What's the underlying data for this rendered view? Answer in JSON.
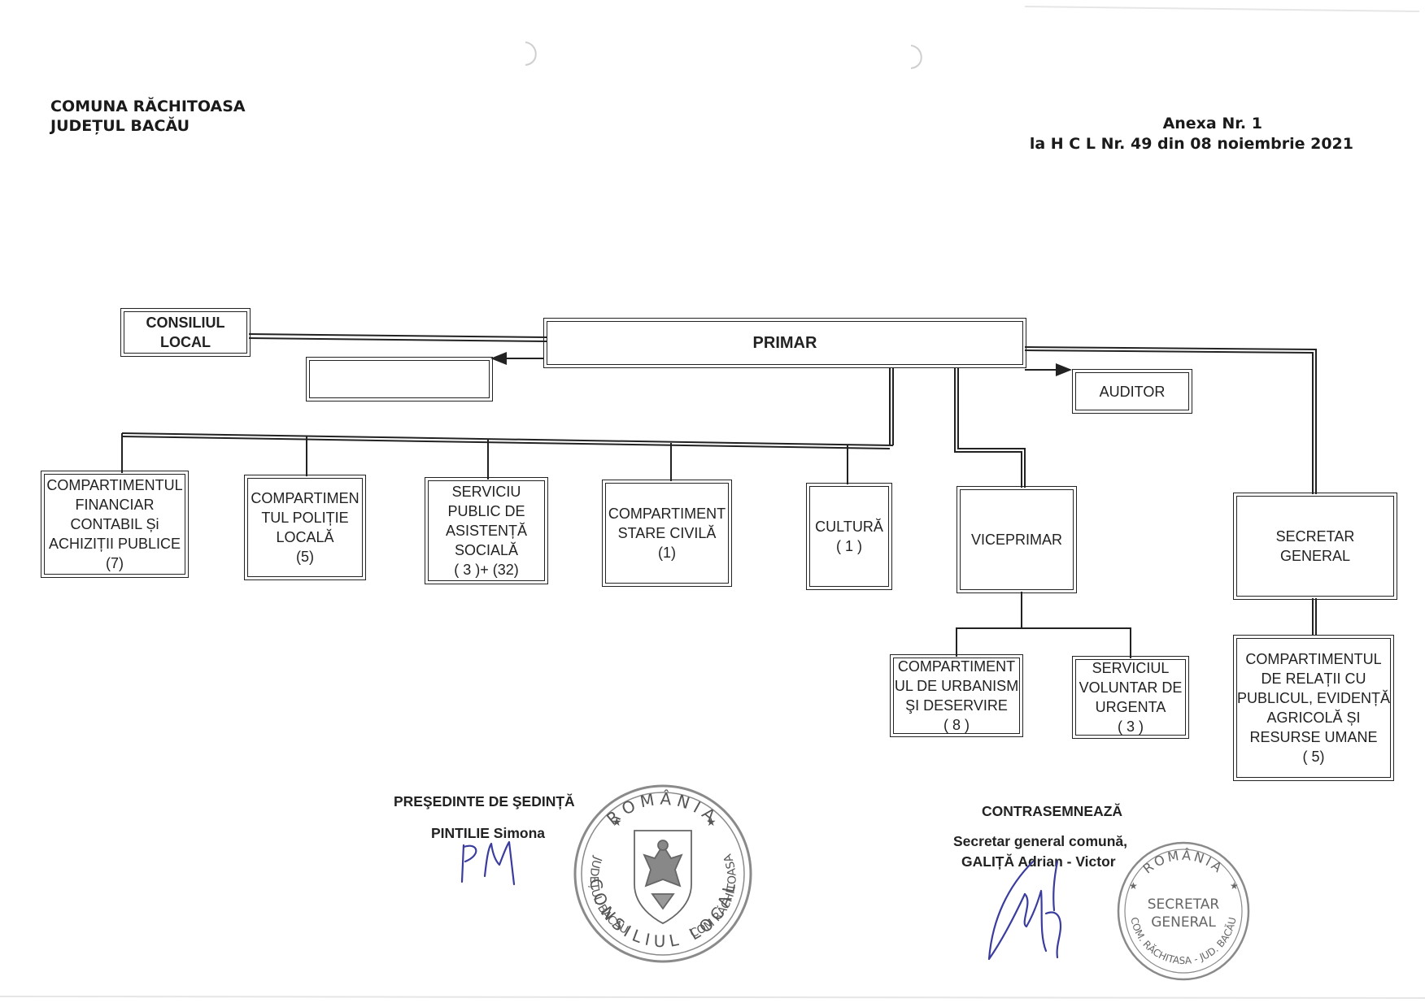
{
  "header": {
    "commune": "COMUNA RĂCHITOASA",
    "county": "JUDEȚUL BACĂU",
    "annex": "Anexa Nr. 1",
    "decision": "la H C L Nr. 49  din 08  noiembrie  2021"
  },
  "chart": {
    "council": [
      "CONSILIUL",
      "LOCAL"
    ],
    "mayor": "PRIMAR",
    "empty_box": "",
    "auditor": "AUDITOR",
    "departments": [
      {
        "lines": [
          "COMPARTIMENTUL",
          "FINANCIAR",
          "CONTABIL Și",
          "ACHIZIȚII PUBLICE",
          "(7)"
        ]
      },
      {
        "lines": [
          "COMPARTIMEN",
          "TUL POLIȚIE",
          "LOCALĂ",
          "(5)"
        ]
      },
      {
        "lines": [
          "SERVICIU",
          "PUBLIC DE",
          "ASISTENȚĂ",
          "SOCIALĂ",
          "( 3 )+ (32)"
        ]
      },
      {
        "lines": [
          "COMPARTIMENT",
          "STARE CIVILĂ",
          "(1)"
        ]
      },
      {
        "lines": [
          "CULTURĂ",
          "( 1 )"
        ]
      }
    ],
    "vice_mayor": "VICEPRIMAR",
    "secretary": [
      "SECRETAR",
      "GENERAL"
    ],
    "vice_units": [
      {
        "lines": [
          "COMPARTIMENT",
          "UL DE URBANISM",
          "ŞI DESERVIRE",
          "( 8 )"
        ]
      },
      {
        "lines": [
          "SERVICIUL",
          "VOLUNTAR DE",
          "URGENTA",
          "( 3 )"
        ]
      }
    ],
    "secretary_unit": {
      "lines": [
        "COMPARTIMENTUL",
        "DE  RELAȚII CU",
        "PUBLICUL, EVIDENȚĂ",
        "AGRICOLĂ ȘI",
        "RESURSE UMANE",
        "( 5)"
      ]
    }
  },
  "signatures": {
    "left_title": "PREŞEDINTE DE ŞEDINȚĂ",
    "left_name": "PINTILIE Simona",
    "right_title": "CONTRASEMNEAZĂ",
    "right_role": "Secretar  general comună,",
    "right_name": "GALIȚĂ Adrian - Victor"
  },
  "stamps": {
    "council_stamp": {
      "top": "ROMÂNIA",
      "left": "JUDEȚUL BACĂU",
      "right": "COM RĂCHITOASA",
      "bottom": "CONSILIUL LOCAL"
    },
    "secretary_stamp": {
      "top": "ROMÂNIA",
      "center": [
        "SECRETAR",
        "GENERAL"
      ],
      "bottom": "COM. RĂCHITASA - JUD. BACĂU"
    }
  },
  "colors": {
    "ink": "#222222",
    "signature_ink": "#3a3d9e",
    "stamp_ink": "#8a8a8a"
  }
}
